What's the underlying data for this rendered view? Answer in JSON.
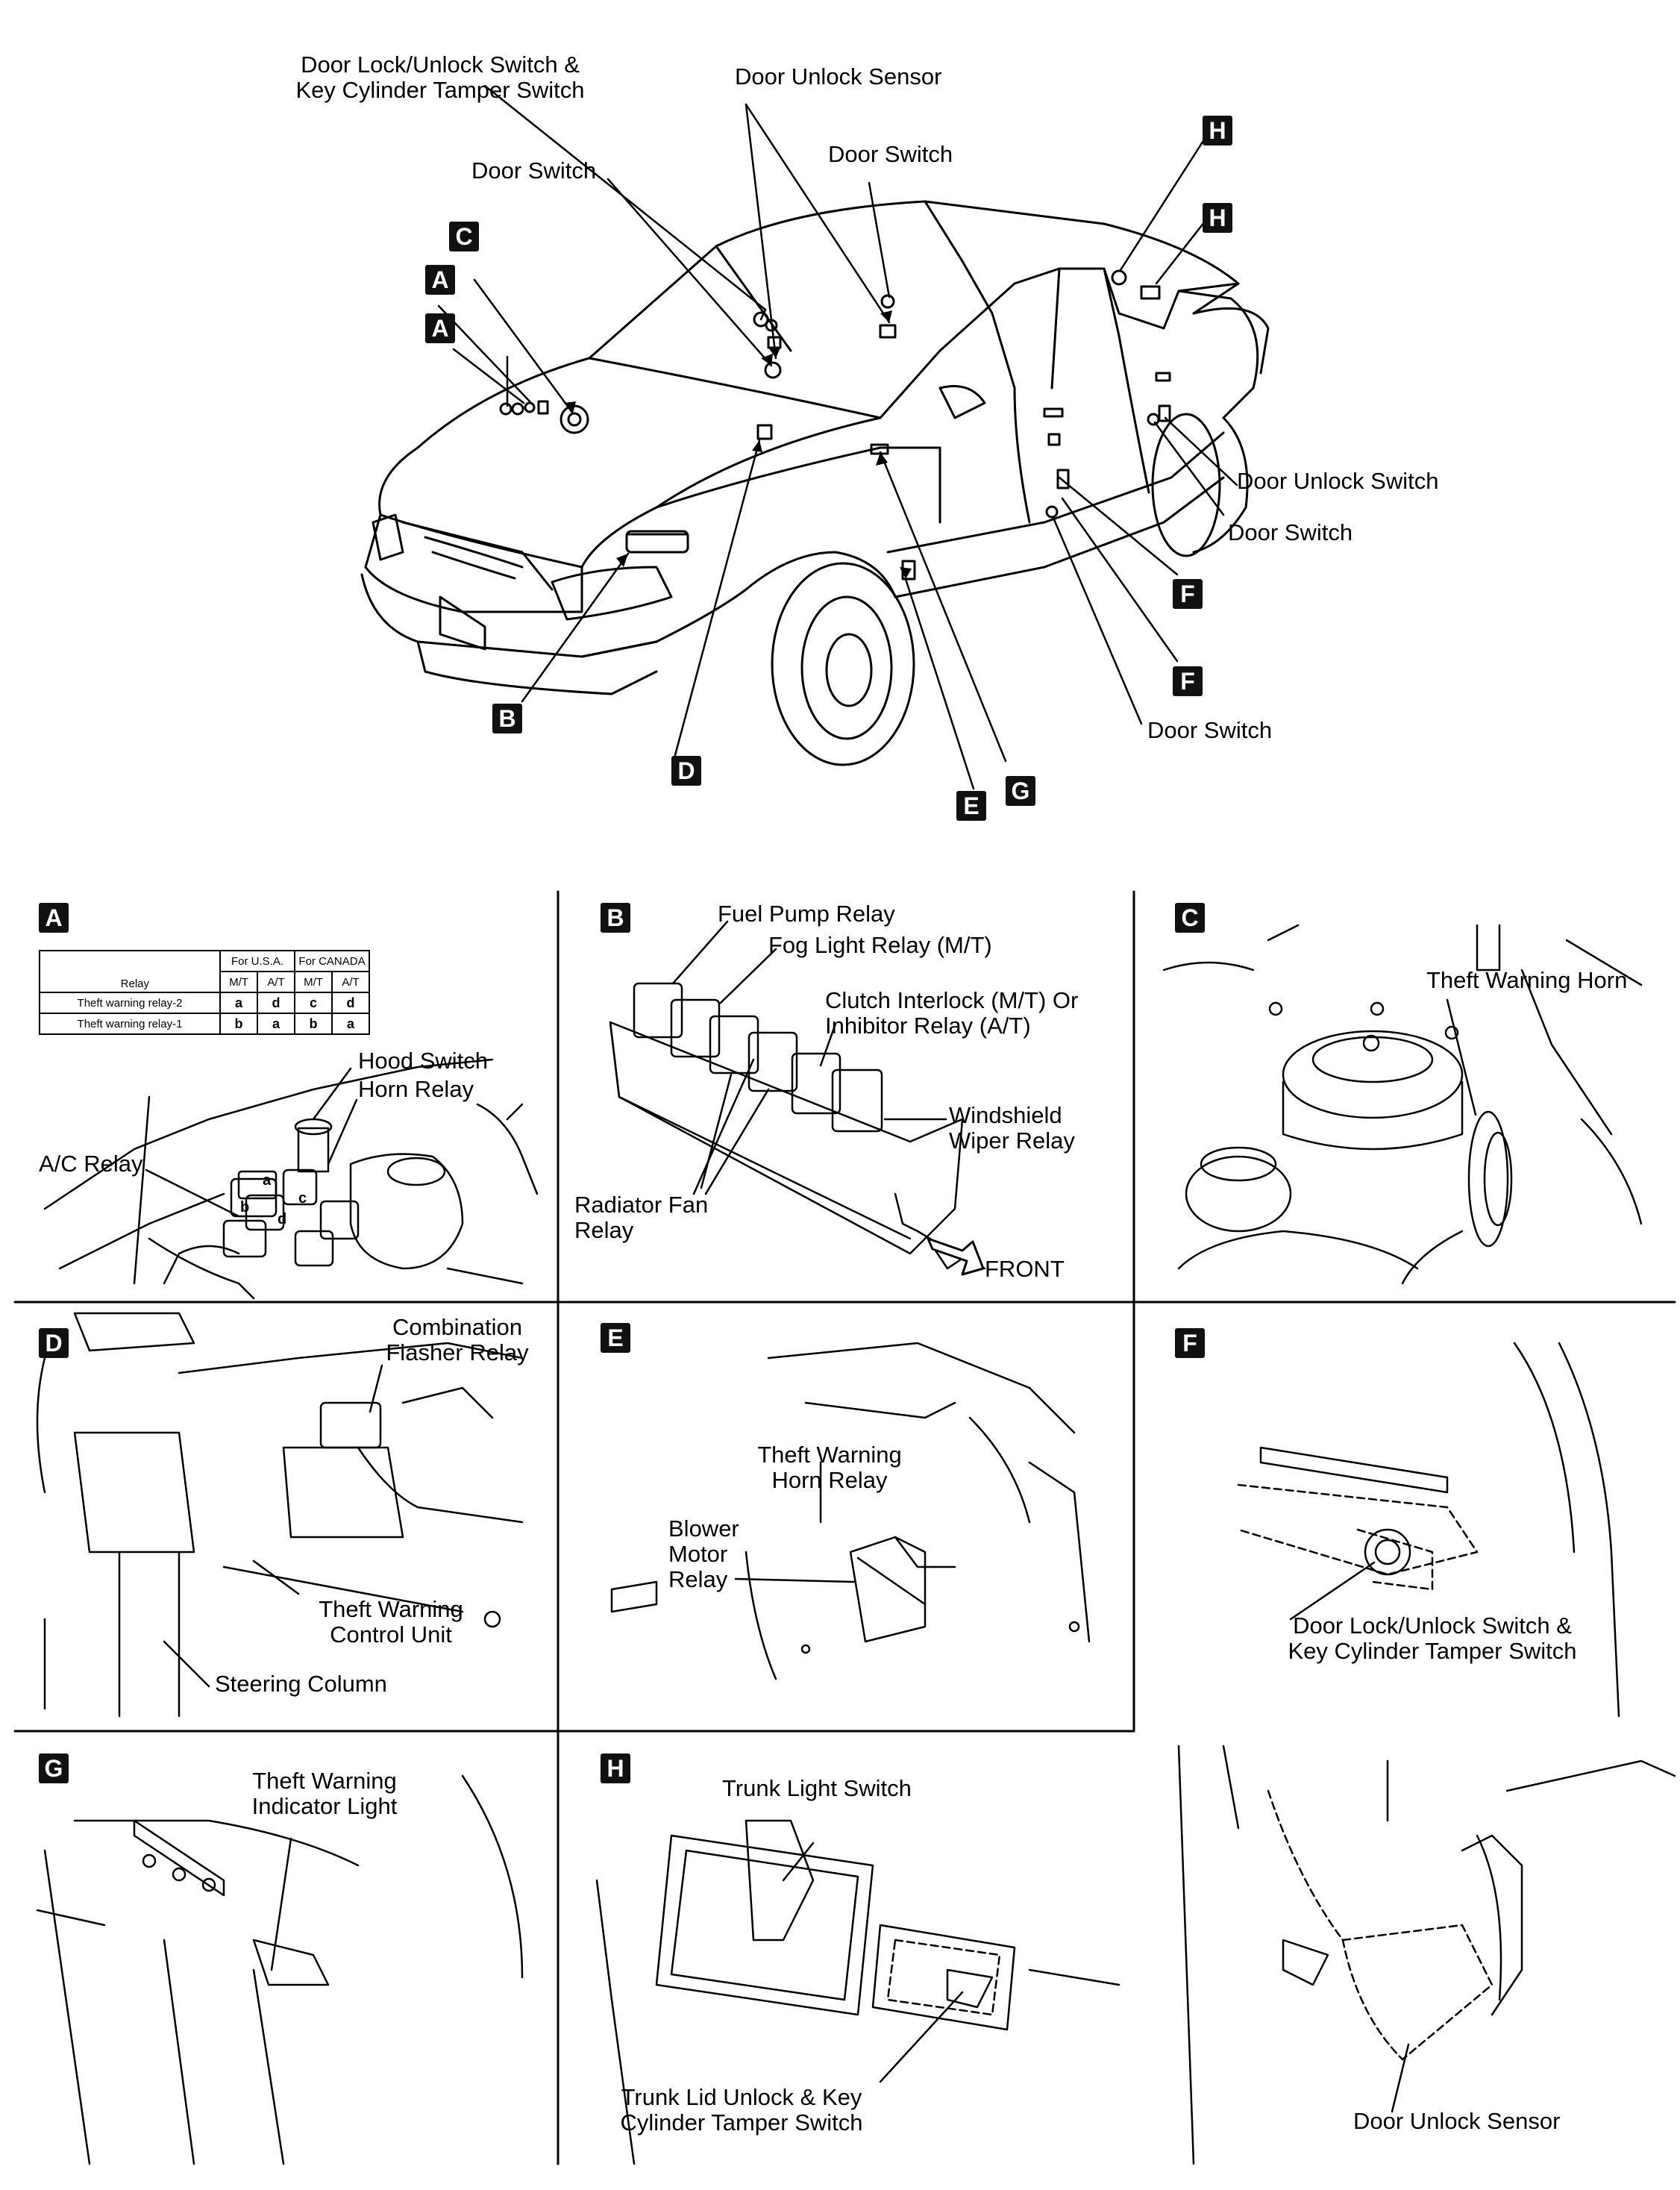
{
  "car_labels": {
    "door_lock_unlock_switch": [
      "Door Lock/Unlock Switch &",
      "Key Cylinder Tamper Switch"
    ],
    "door_unlock_sensor": "Door Unlock Sensor",
    "door_switch_left": "Door Switch",
    "door_switch_center": "Door Switch",
    "door_unlock_switch": "Door Unlock Switch",
    "door_switch_right": "Door Switch",
    "door_switch_bottom": "Door Switch"
  },
  "badges": {
    "top_c": "C",
    "top_a1": "A",
    "top_a2": "A",
    "top_h1": "H",
    "top_h2": "H",
    "top_f1": "F",
    "top_f2": "F",
    "top_b": "B",
    "top_d": "D",
    "top_e": "E",
    "top_g": "G",
    "panel_a": "A",
    "panel_b": "B",
    "panel_c": "C",
    "panel_d": "D",
    "panel_e": "E",
    "panel_f": "F",
    "panel_g": "G",
    "panel_h": "H"
  },
  "panel_a": {
    "table": {
      "header_relay": "Relay",
      "header_usa": "For U.S.A.",
      "header_canada": "For CANADA",
      "sub_headers": [
        "M/T",
        "A/T",
        "M/T",
        "A/T"
      ],
      "rows": [
        {
          "name": "Theft warning relay-2",
          "values": [
            "a",
            "d",
            "c",
            "d"
          ]
        },
        {
          "name": "Theft warning relay-1",
          "values": [
            "b",
            "a",
            "b",
            "a"
          ]
        }
      ]
    },
    "hood_switch": "Hood Switch",
    "horn_relay": "Horn Relay",
    "ac_relay": "A/C Relay"
  },
  "panel_b": {
    "fuel_pump_relay": "Fuel Pump Relay",
    "fog_light_relay": "Fog Light Relay (M/T)",
    "clutch_interlock": [
      "Clutch Interlock (M/T) Or",
      "Inhibitor Relay (A/T)"
    ],
    "windshield_wiper_relay": [
      "Windshield",
      "Wiper Relay"
    ],
    "radiator_fan_relay": [
      "Radiator Fan",
      "Relay"
    ],
    "front": "FRONT"
  },
  "panel_c": {
    "theft_warning_horn": "Theft Warning Horn"
  },
  "panel_d": {
    "combination_flasher_relay": [
      "Combination",
      "Flasher Relay"
    ],
    "theft_warning_control_unit": [
      "Theft Warning",
      "Control Unit"
    ],
    "steering_column": "Steering Column"
  },
  "panel_e": {
    "theft_warning_horn_relay": [
      "Theft Warning",
      "Horn Relay"
    ],
    "blower_motor_relay": [
      "Blower",
      "Motor",
      "Relay"
    ]
  },
  "panel_f": {
    "door_lock_unlock_switch": [
      "Door Lock/Unlock Switch &",
      "Key Cylinder Tamper Switch"
    ],
    "door_unlock_sensor": "Door Unlock Sensor"
  },
  "panel_g": {
    "theft_warning_indicator_light": [
      "Theft Warning",
      "Indicator Light"
    ]
  },
  "panel_h": {
    "trunk_light_switch": "Trunk Light Switch",
    "trunk_lid_unlock": [
      "Trunk Lid Unlock & Key",
      "Cylinder Tamper Switch"
    ]
  }
}
